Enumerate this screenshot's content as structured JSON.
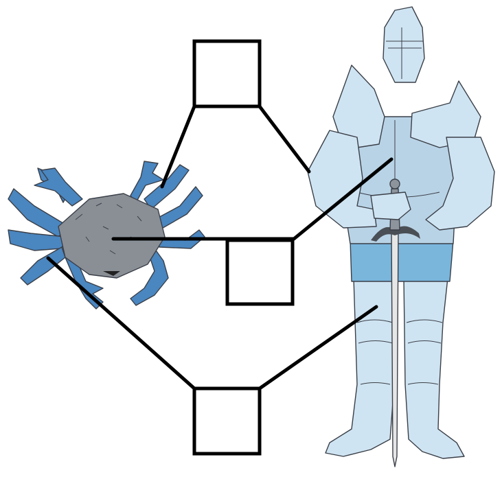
{
  "diagram": {
    "subjects": [
      {
        "id": "crab",
        "icon": "crab-illustration"
      },
      {
        "id": "knight",
        "icon": "knight-in-armor-illustration"
      }
    ],
    "label_boxes": [
      {
        "id": "top",
        "text": ""
      },
      {
        "id": "middle",
        "text": ""
      },
      {
        "id": "bottom",
        "text": ""
      }
    ],
    "colors": {
      "crab_limbs": "#4a86c0",
      "crab_shell": "#8a8f96",
      "armor_light": "#cfe4f2",
      "armor_mid": "#b9d3e6",
      "armor_tunic": "#7ab6dc",
      "lines": "#000000"
    }
  }
}
